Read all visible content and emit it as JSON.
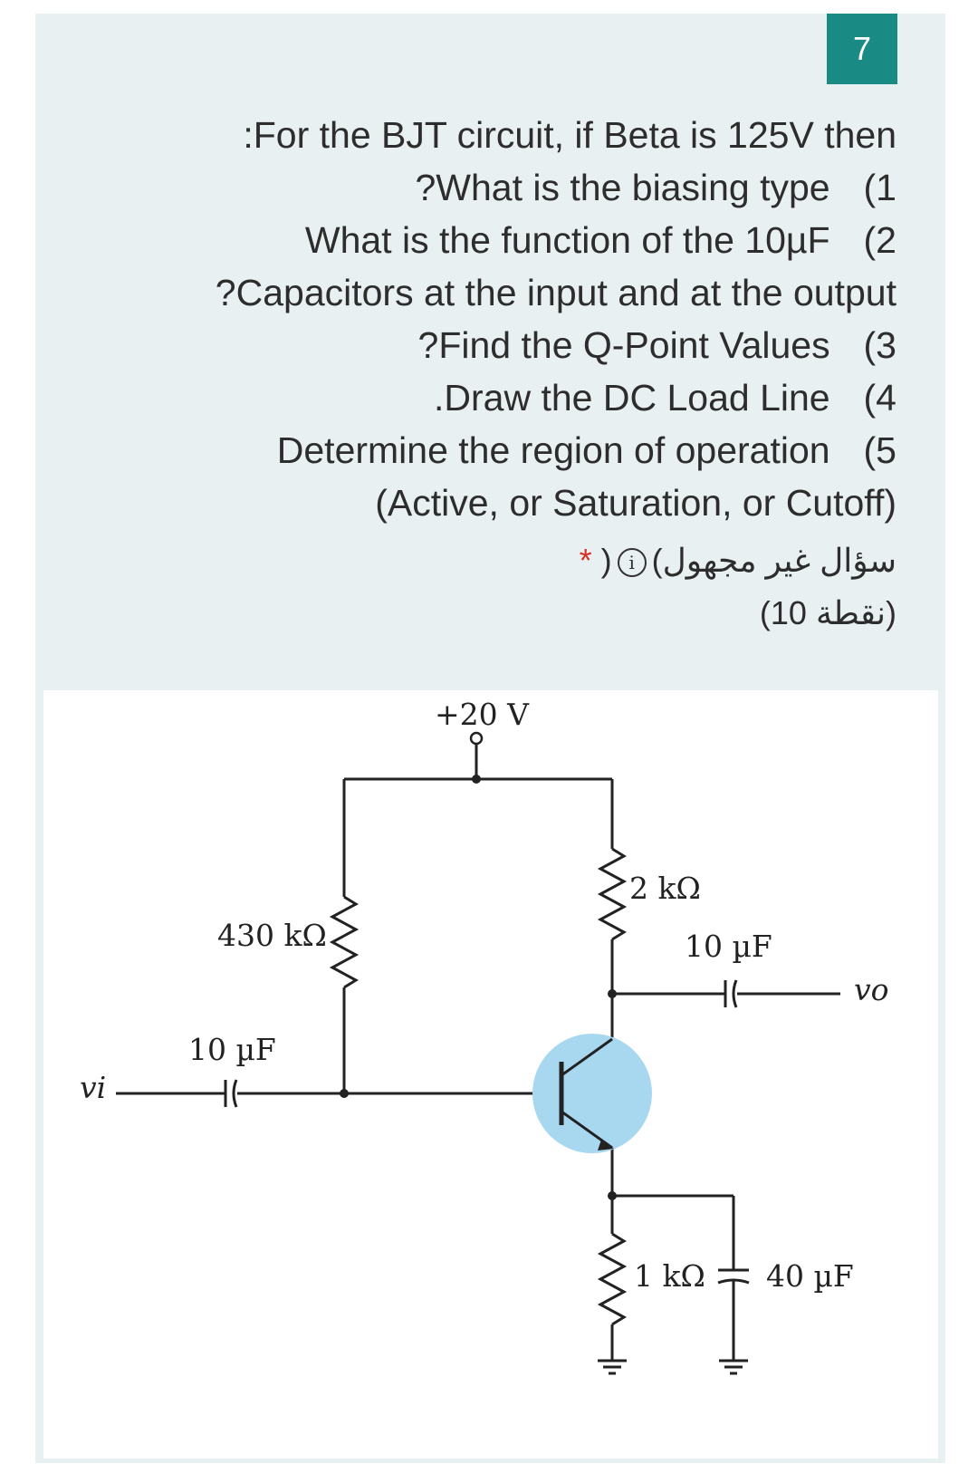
{
  "question": {
    "number": "7",
    "lines": [
      {
        "text": ":For the BJT circuit, if Beta is 125V then",
        "num": ""
      },
      {
        "text": "?What is the biasing type",
        "num": "(1"
      },
      {
        "text": "What is the function of the 10µF",
        "num": "(2"
      },
      {
        "text": "?Capacitors at the input and at the output",
        "num": ""
      },
      {
        "text": "?Find the Q-Point Values",
        "num": "(3"
      },
      {
        "text": ".Draw the DC Load Line",
        "num": "(4"
      },
      {
        "text": "Determine the region of operation",
        "num": "(5"
      },
      {
        "text": "(Active, or Saturation, or Cutoff)",
        "num": ""
      }
    ],
    "optional_label": "(سؤال غير مجهول",
    "optional_label_close": ")",
    "info_icon": "i",
    "required_mark": "*",
    "points": "(10 نقطة)"
  },
  "circuit": {
    "supply": "+20 V",
    "rb": "430 kΩ",
    "rc": "2 kΩ",
    "re": "1 kΩ",
    "cin": "10 µF",
    "cout": "10 µF",
    "ce": "40 µF",
    "vi": "vi",
    "vo": "vo",
    "colors": {
      "transistor_highlight": "#a8d8f0",
      "wire": "#222222"
    }
  }
}
